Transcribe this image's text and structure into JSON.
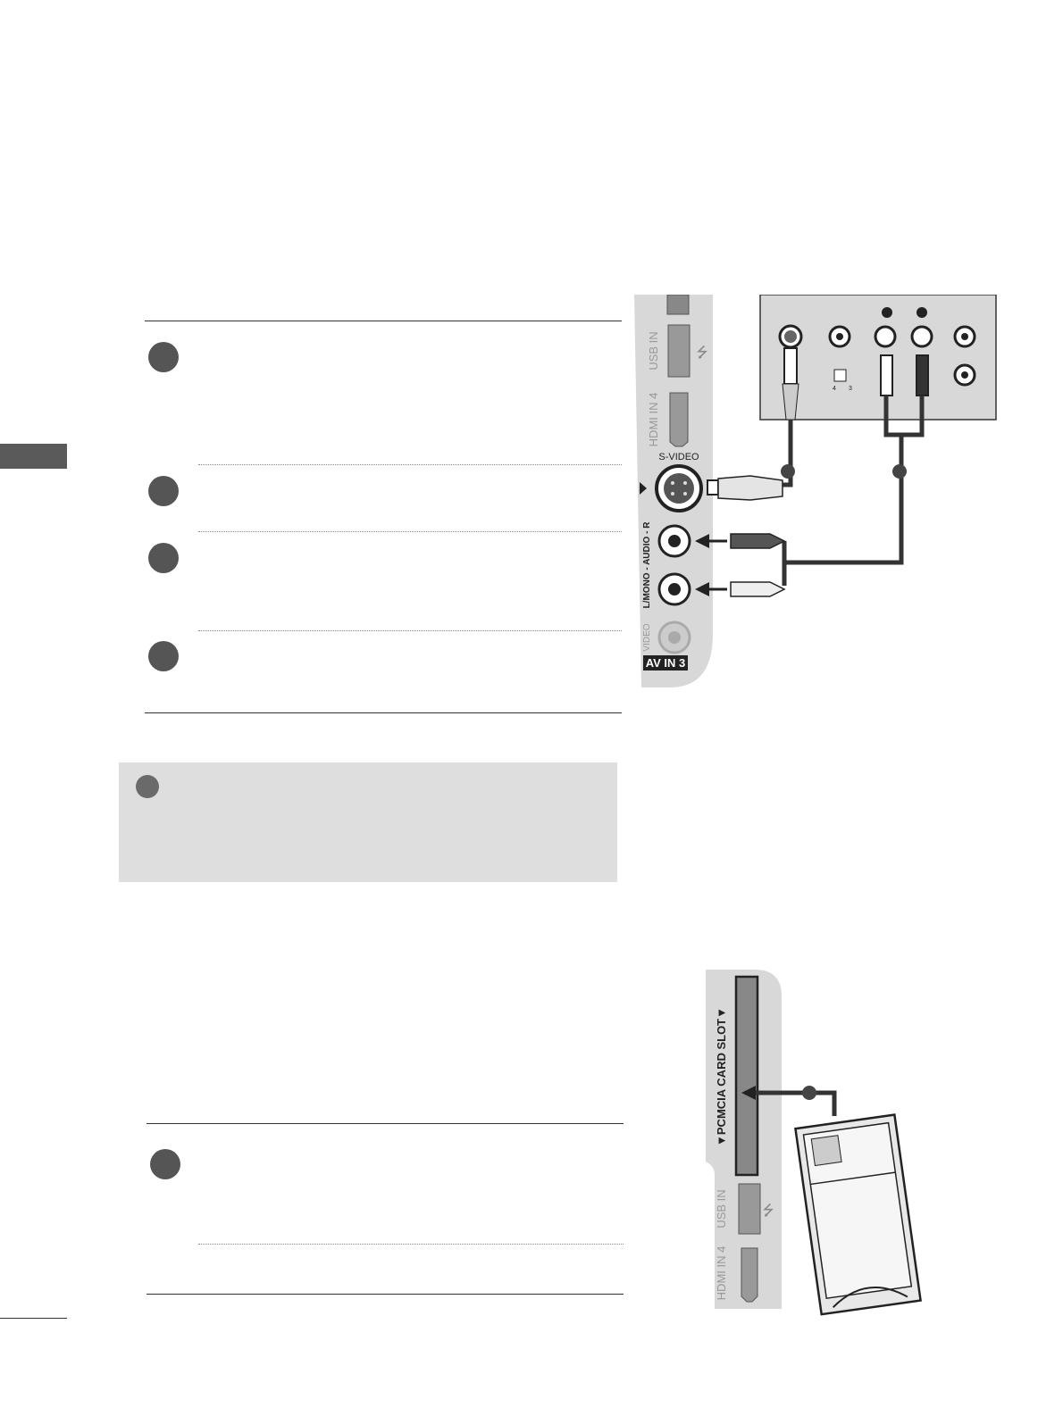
{
  "diagram1": {
    "svideo_label": "S-VIDEO",
    "usb_label": "USB IN",
    "hdmi_label": "HDMI IN 4",
    "audio_label": "L/MONO - AUDIO - R",
    "video_label": "VIDEO",
    "avin_label": "AV IN 3",
    "switch_labels": [
      "4",
      "3"
    ]
  },
  "diagram2": {
    "pcmcia_label": "▼PCMCIA CARD SLOT▼",
    "usb_label": "USB IN",
    "hdmi_label": "HDMI IN 4"
  },
  "colors": {
    "panel": "#d8d8d8",
    "dark": "#333333",
    "step_dot": "#555555",
    "note_bg": "#dedede"
  }
}
